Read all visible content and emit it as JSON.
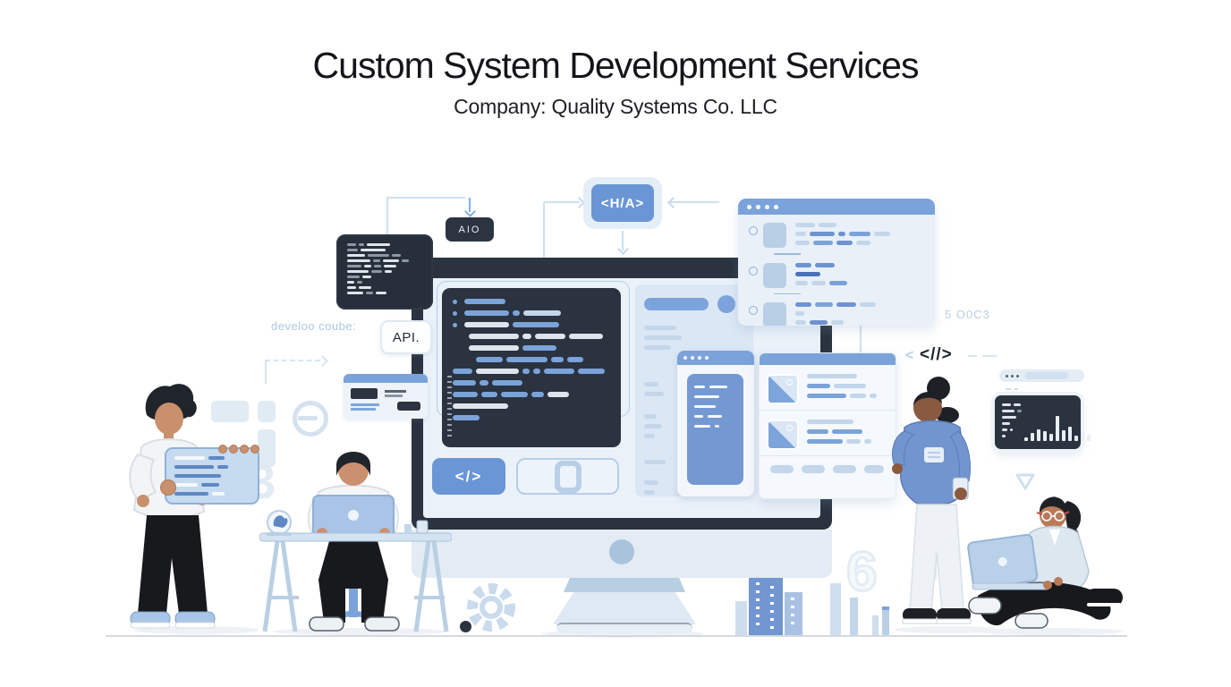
{
  "header": {
    "title": "Custom System Development Services",
    "subtitle": "Company: Quality Systems Co. LLC"
  },
  "labels": {
    "code_tag_badge": "<H/A>",
    "ai_chip": "AIO",
    "develop_caption": "develoo coube:",
    "api_pill": "API.",
    "code_button_label": "</>",
    "inline_code_bracket": "<",
    "inline_code_snippet": "<//>",
    "side_caption": "5 O0C3",
    "background_numeral_left": "3",
    "background_numeral_right": "6"
  },
  "colors": {
    "accent_blue": "#6b96d6",
    "panel_blue": "#7ba3da",
    "dark_panel": "#2a333f",
    "pale_screen": "#eaf1f9",
    "connector_blue": "#cfe0ee"
  },
  "illustration": {
    "palette": {
      "b": "#7ba3d9",
      "B": "#6d94d0",
      "d": "#4a72ba",
      "w": "#dde4ec",
      "g": "#8d97a4",
      "l": "#c3d6ea",
      "W": "#f4f8fc",
      "t": "#5f87c4"
    },
    "editor_lines": [
      {
        "bullet": 1,
        "seg": [
          [
            "b",
            46
          ]
        ]
      },
      {
        "bullet": 1,
        "seg": [
          [
            "b",
            50
          ],
          [
            "b",
            8
          ],
          [
            "l",
            42
          ]
        ]
      },
      {
        "bullet": 1,
        "seg": [
          [
            "w",
            50
          ],
          [
            "b",
            52
          ]
        ]
      },
      {
        "indent": 18,
        "seg": [
          [
            "w",
            56
          ],
          [
            "w",
            10
          ],
          [
            "w",
            34
          ],
          [
            "w",
            38
          ]
        ]
      },
      {
        "indent": 18,
        "seg": [
          [
            "w",
            56
          ],
          [
            "b",
            38
          ]
        ]
      },
      {
        "indent": 26,
        "seg": [
          [
            "b",
            30
          ],
          [
            "b",
            46
          ],
          [
            "b",
            14
          ],
          [
            "b",
            18
          ]
        ]
      },
      {
        "seg": [
          [
            "b",
            22
          ],
          [
            "w",
            48
          ],
          [
            "b",
            8
          ],
          [
            "b",
            8
          ],
          [
            "b",
            34
          ],
          [
            "b",
            30
          ]
        ]
      },
      {
        "seg": [
          [
            "b",
            26
          ],
          [
            "b",
            10
          ],
          [
            "b",
            34
          ]
        ]
      },
      {
        "seg": [
          [
            "b",
            28
          ],
          [
            "b",
            18
          ],
          [
            "b",
            30
          ],
          [
            "b",
            14
          ],
          [
            "w",
            24
          ]
        ]
      },
      {
        "seg": [
          [
            "w",
            62
          ]
        ]
      },
      {
        "seg": [
          [
            "b",
            30
          ]
        ]
      }
    ],
    "mini_panel_lines": [
      [
        [
          "g",
          10
        ],
        [
          "g",
          6
        ],
        [
          "w",
          26
        ]
      ],
      [
        [
          "g",
          12
        ],
        [
          "w",
          28
        ]
      ],
      [
        [
          "w",
          20
        ],
        [
          "g",
          24
        ],
        [
          "g",
          10
        ]
      ],
      [
        [
          "w",
          26
        ],
        [
          "g",
          8
        ],
        [
          "w",
          18
        ],
        [
          "g",
          8
        ]
      ],
      [
        [
          "g",
          16
        ],
        [
          "w",
          8
        ],
        [
          "g",
          8
        ],
        [
          "w",
          14
        ]
      ],
      [
        [
          "w",
          24
        ],
        [
          "g",
          12
        ],
        [
          "w",
          8
        ]
      ],
      [
        [
          "g",
          14
        ],
        [
          "w",
          10
        ]
      ],
      [
        [
          "w",
          8
        ],
        [
          "g",
          6
        ]
      ],
      [
        [
          "w",
          10
        ],
        [
          "w",
          14
        ]
      ],
      [
        [
          "w",
          18
        ],
        [
          "g",
          8
        ],
        [
          "w",
          12
        ]
      ]
    ],
    "side_panel_lines": [
      [
        [
          "l",
          36
        ]
      ],
      [
        [
          "l",
          42
        ]
      ],
      [
        [
          "l",
          30
        ]
      ],
      {
        "gap": 24
      },
      [
        [
          "l",
          16
        ]
      ],
      [
        [
          "l",
          22
        ]
      ],
      {
        "gap": 8
      },
      [
        [
          "l",
          14
        ]
      ],
      [
        [
          "l",
          20
        ]
      ],
      [
        [
          "l",
          12
        ]
      ],
      {
        "gap": 12
      },
      [
        [
          "l",
          24
        ]
      ],
      {
        "gap": 6
      },
      [
        [
          "l",
          16
        ]
      ],
      [
        [
          "l",
          12
        ]
      ]
    ],
    "phone_lines": [
      [
        [
          "W",
          12
        ],
        [
          "W",
          20
        ]
      ],
      [
        [
          "W",
          28
        ]
      ],
      [
        [
          "W",
          24
        ]
      ],
      [
        [
          "W",
          10
        ],
        [
          "W",
          16
        ]
      ],
      [
        [
          "W",
          18
        ],
        [
          "W",
          5
        ]
      ]
    ],
    "window_rows": [
      [
        [
          [
            "l",
            22
          ],
          [
            "l",
            20
          ]
        ],
        [
          [
            "l",
            12
          ],
          [
            "B",
            28
          ],
          [
            "B",
            8
          ],
          [
            "b",
            24
          ],
          [
            "l",
            18
          ]
        ],
        [
          [
            "l",
            16
          ],
          [
            "b",
            22
          ],
          [
            "B",
            18
          ],
          [
            "l",
            16
          ]
        ]
      ],
      [
        [
          [
            "B",
            18
          ],
          [
            "B",
            22
          ]
        ],
        [
          [
            "d",
            28
          ]
        ],
        [
          [
            "l",
            14
          ],
          [
            "l",
            16
          ],
          [
            "b",
            20
          ]
        ]
      ],
      [
        [
          [
            "B",
            18
          ],
          [
            "b",
            20
          ],
          [
            "B",
            22
          ],
          [
            "l",
            18
          ]
        ],
        [
          [
            "l",
            10
          ]
        ],
        [
          [
            "l",
            12
          ],
          [
            "B",
            20
          ],
          [
            "l",
            14
          ]
        ]
      ]
    ],
    "card_rows": [
      [
        [
          [
            "l",
            56
          ]
        ],
        [
          [
            "b",
            26
          ],
          [
            "l",
            36
          ]
        ],
        [
          [
            "b",
            44
          ],
          [
            "l",
            18
          ],
          [
            "l",
            8
          ]
        ]
      ],
      [
        [
          [
            "l",
            52
          ]
        ],
        [
          [
            "b",
            24
          ],
          [
            "b",
            34
          ]
        ],
        [
          [
            "b",
            40
          ],
          [
            "l",
            16
          ],
          [
            "l",
            8
          ]
        ]
      ]
    ],
    "card_footer": [
      [
        [
          "l",
          26
        ],
        [
          "l",
          26
        ],
        [
          "l",
          26
        ],
        [
          "l",
          22
        ]
      ]
    ],
    "analytics_lines": [
      [
        [
          "w",
          10
        ],
        [
          "w",
          8
        ]
      ],
      [
        [
          "w",
          14
        ],
        [
          "g",
          5
        ]
      ],
      [
        [
          "w",
          16
        ]
      ],
      [
        [
          "w",
          9
        ]
      ],
      [
        [
          "w",
          6
        ],
        [
          "w",
          3
        ]
      ],
      [
        [
          "w",
          4
        ]
      ]
    ],
    "chart_bars": [
      4,
      9,
      13,
      11,
      8,
      28,
      12,
      16,
      6,
      11,
      7
    ],
    "tablet_lines": [
      [
        [
          "W",
          34
        ],
        [
          "t",
          18
        ]
      ],
      [
        [
          "t",
          44
        ],
        [
          "t",
          12
        ]
      ],
      [
        [
          "t",
          52
        ]
      ],
      [
        [
          "W",
          26
        ],
        [
          "t",
          20
        ]
      ],
      [
        [
          "t",
          38
        ],
        [
          "W",
          14
        ]
      ]
    ]
  }
}
